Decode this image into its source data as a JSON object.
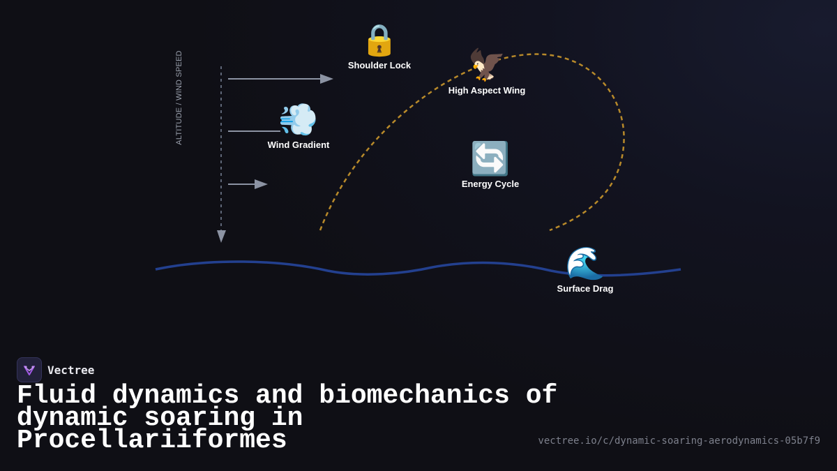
{
  "diagram": {
    "axis_label": "ALTITUDE / WIND SPEED",
    "nodes": [
      {
        "id": "shoulder-lock",
        "icon": "lock-icon",
        "glyph": "🔒",
        "label": "Shoulder Lock"
      },
      {
        "id": "high-aspect-wing",
        "icon": "eagle-icon",
        "glyph": "🦅",
        "label": "High Aspect Wing"
      },
      {
        "id": "wind-gradient",
        "icon": "wind-icon",
        "glyph": "💨",
        "label": "Wind Gradient"
      },
      {
        "id": "energy-cycle",
        "icon": "cycle-arrows-icon",
        "glyph": "🔄",
        "label": "Energy Cycle"
      },
      {
        "id": "surface-drag",
        "icon": "wave-icon",
        "glyph": "🌊",
        "label": "Surface Drag"
      }
    ],
    "colors": {
      "flight_path": "#b88a2a",
      "sea_surface": "#23408f",
      "wind_arrows": "#8c93a3",
      "axis": "#5f6778"
    }
  },
  "brand": {
    "name": "Vectree",
    "logo_icon": "vectree-logo-icon",
    "accent": "#a259e6"
  },
  "title": "Fluid dynamics and biomechanics of dynamic soaring in Procellariiformes",
  "url": "vectree.io/c/dynamic-soaring-aerodynamics-05b7f9"
}
